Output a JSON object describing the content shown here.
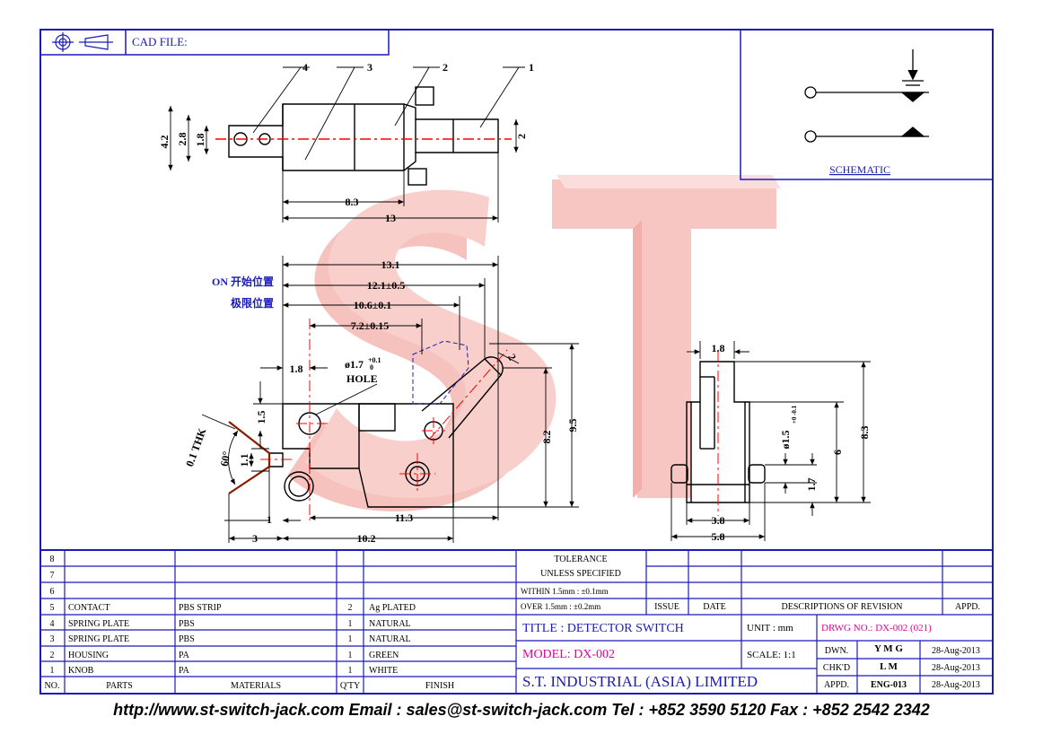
{
  "header": {
    "cad_file_label": "CAD FILE:"
  },
  "schematic": {
    "label": "SCHEMATIC"
  },
  "watermark": {
    "text": "ST"
  },
  "top_view": {
    "dims": {
      "d_4_2": "4.2",
      "d_2_8": "2.8",
      "d_1_8": "1.8",
      "d_2": "2",
      "d_8_3": "8.3",
      "d_13": "13"
    },
    "callouts": [
      "4",
      "3",
      "2",
      "1"
    ]
  },
  "front_view": {
    "dims": {
      "d_13_1": "13.1",
      "d_12_1": "12.1±0.5",
      "d_10_6": "10.6±0.1",
      "d_7_2": "7.2±0.15",
      "d_1_8": "1.8",
      "d_1_5": "1.5",
      "d_1_1": "1.1",
      "d_1": "1",
      "d_3": "3",
      "d_10_2": "10.2",
      "d_11_3": "11.3",
      "d_8_2": "8.2",
      "d_9_5": "9.5",
      "d_2": "2",
      "thk": "0.1 THK",
      "angle": "60°",
      "hole_dia": "ø1.7",
      "hole_tol_up": "+0.1",
      "hole_tol_dn": "0",
      "hole_label": "HOLE"
    },
    "on_label": "ON 开始位置",
    "limit_label": "极限位置"
  },
  "side_view": {
    "dims": {
      "d_1_8": "1.8",
      "d_8_3": "8.3",
      "d_6": "6",
      "d_1_7": "1.7",
      "d_3_8": "3.8",
      "d_5_8": "5.8",
      "pin_dia": "ø1.5",
      "pin_tol": "+0 -0.1"
    }
  },
  "revision_block": {
    "tolerance_title": "TOLERANCE",
    "unless_specified": "UNLESS  SPECIFIED",
    "within": "WITHIN  1.5mm : ±0.1mm",
    "over": "OVER    1.5mm : ±0.2mm",
    "issue": "ISSUE",
    "date": "DATE",
    "descriptions": "DESCRIPTIONS  OF  REVISION",
    "appd": "APPD."
  },
  "parts_table": {
    "headers": [
      "NO.",
      "PARTS",
      "MATERIALS",
      "Q'TY",
      "FINISH"
    ],
    "rows": [
      {
        "no": "8",
        "part": "",
        "material": "",
        "qty": "",
        "finish": ""
      },
      {
        "no": "7",
        "part": "",
        "material": "",
        "qty": "",
        "finish": ""
      },
      {
        "no": "6",
        "part": "",
        "material": "",
        "qty": "",
        "finish": ""
      },
      {
        "no": "5",
        "part": "CONTACT",
        "material": "PBS STRIP",
        "qty": "2",
        "finish": "Ag PLATED"
      },
      {
        "no": "4",
        "part": "SPRING PLATE",
        "material": "PBS",
        "qty": "1",
        "finish": "NATURAL"
      },
      {
        "no": "3",
        "part": "SPRING PLATE",
        "material": "PBS",
        "qty": "1",
        "finish": "NATURAL"
      },
      {
        "no": "2",
        "part": "HOUSING",
        "material": "PA",
        "qty": "1",
        "finish": "GREEN"
      },
      {
        "no": "1",
        "part": "KNOB",
        "material": "PA",
        "qty": "1",
        "finish": "WHITE"
      }
    ]
  },
  "title_block": {
    "title": "TITLE : DETECTOR SWITCH",
    "unit": "UNIT :   mm",
    "drwg_no": "DRWG NO.: DX-002 (021)",
    "model": "MODEL: DX-002",
    "scale": "SCALE:   1:1",
    "company": "S.T.  INDUSTRIAL  (ASIA)  LIMITED",
    "dwn_label": "DWN.",
    "dwn_name": "Y M G",
    "dwn_date": "28-Aug-2013",
    "chkd_label": "CHK'D",
    "chkd_name": "L M",
    "chkd_date": "28-Aug-2013",
    "appd_label": "APPD.",
    "appd_name": "ENG-013",
    "appd_date": "28-Aug-2013"
  },
  "footer": {
    "text": "http://www.st-switch-jack.com  Email : sales@st-switch-jack.com  Tel : +852 3590 5120  Fax : +852 2542 2342"
  },
  "colors": {
    "frame": "#1b1bb8",
    "centerline": "#ff0000",
    "magenta": "#e0009a",
    "watermark": "#f3a9a4"
  }
}
